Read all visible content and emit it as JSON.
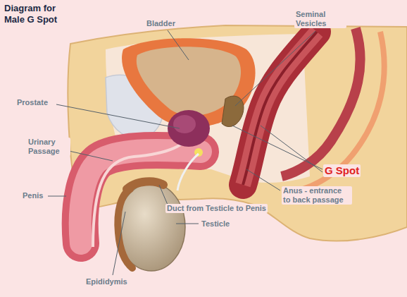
{
  "diagram": {
    "title": "Diagram for Male G Spot",
    "labels": [
      "Bladder",
      "Seminal Vesicles",
      "Prostate",
      "Urinary Passage",
      "Penis",
      "G Spot",
      "Anus - entrance to back passage",
      "Duct from Testicle to Penis",
      "Testicle",
      "Epididymis"
    ]
  }
}
